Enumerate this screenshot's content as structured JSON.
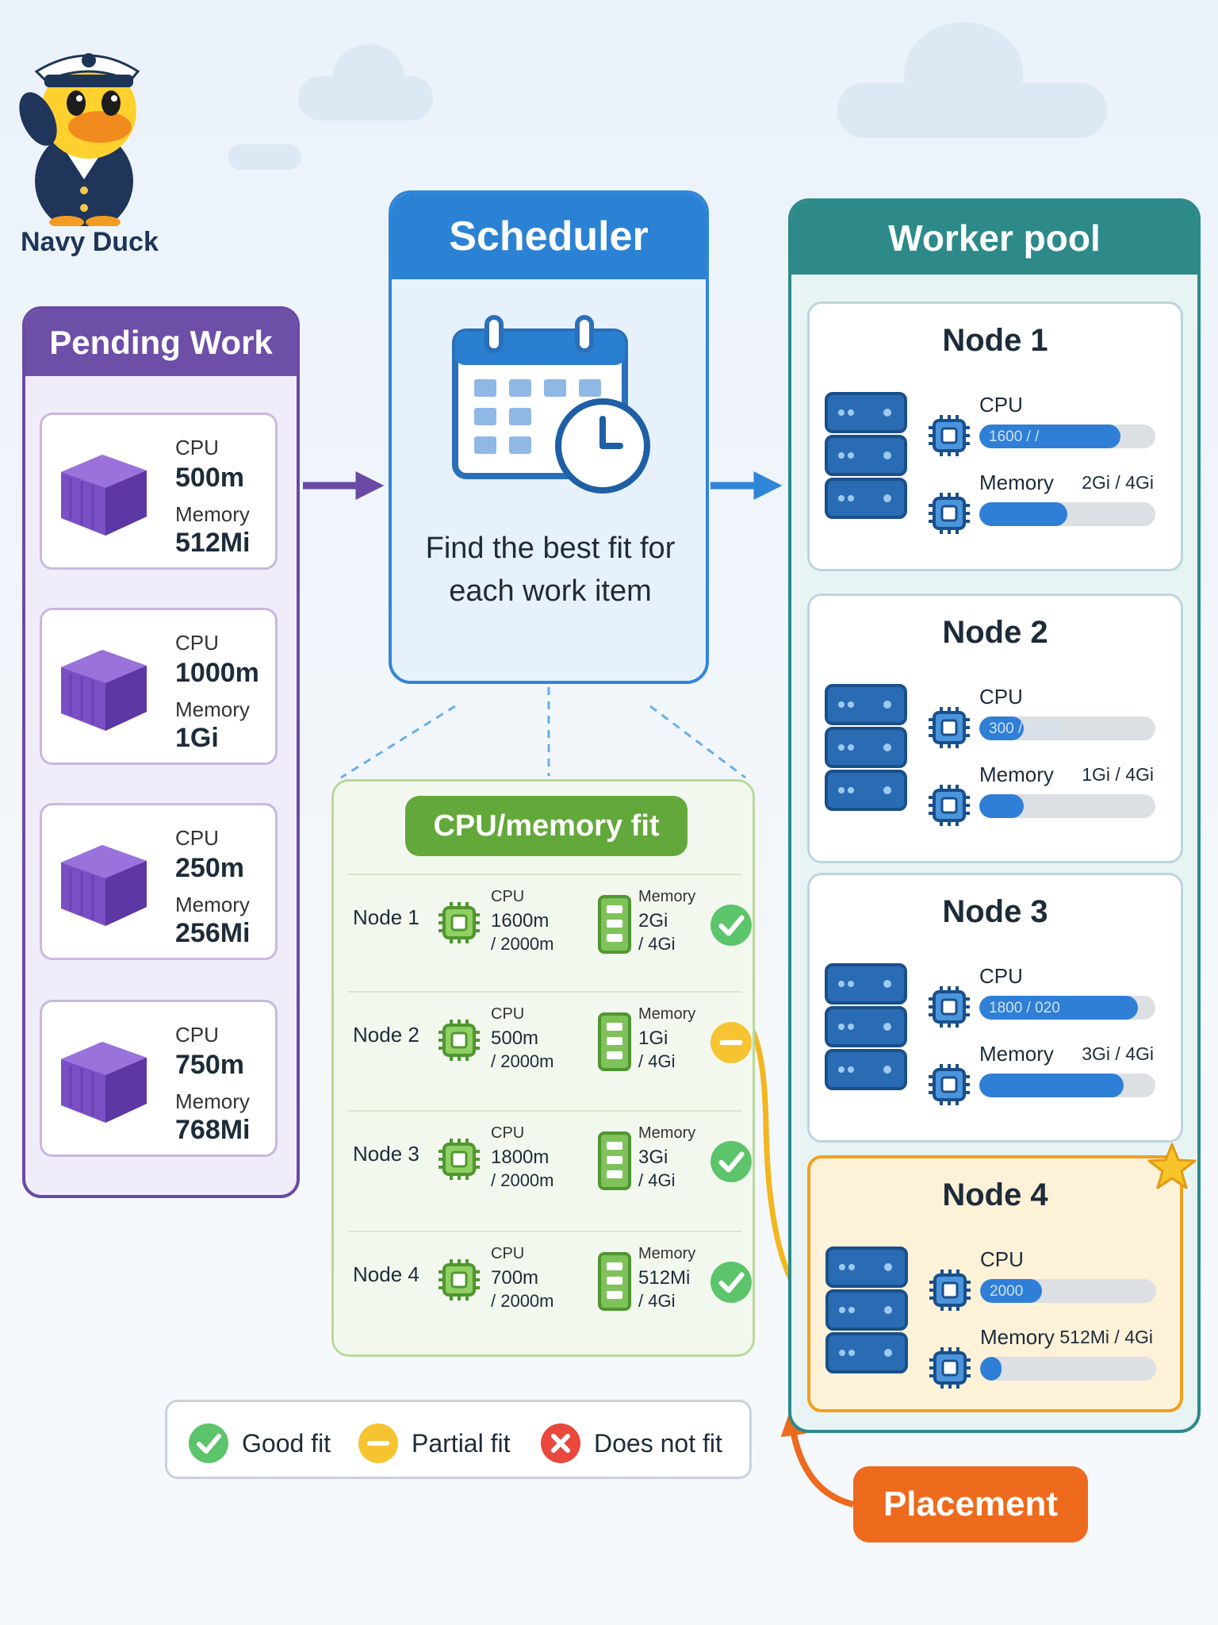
{
  "mascot": {
    "name": "Navy Duck"
  },
  "pending": {
    "title": "Pending Work",
    "items": [
      {
        "cpu_label": "CPU",
        "cpu": "500m",
        "mem_label": "Memory",
        "mem": "512Mi"
      },
      {
        "cpu_label": "CPU",
        "cpu": "1000m",
        "mem_label": "Memory",
        "mem": "1Gi"
      },
      {
        "cpu_label": "CPU",
        "cpu": "250m",
        "mem_label": "Memory",
        "mem": "256Mi"
      },
      {
        "cpu_label": "CPU",
        "cpu": "750m",
        "mem_label": "Memory",
        "mem": "768Mi"
      }
    ]
  },
  "scheduler": {
    "title": "Scheduler",
    "description": "Find the best fit for each work item"
  },
  "fit": {
    "title": "CPU/memory fit",
    "rows": [
      {
        "node": "Node 1",
        "cpu_label": "CPU",
        "cpu_used": "1600m",
        "cpu_total": "/ 2000m",
        "mem_label": "Memory",
        "mem_used": "2Gi",
        "mem_total": "/ 4Gi",
        "status": "good"
      },
      {
        "node": "Node 2",
        "cpu_label": "CPU",
        "cpu_used": "500m",
        "cpu_total": "/ 2000m",
        "mem_label": "Memory",
        "mem_used": "1Gi",
        "mem_total": "/ 4Gi",
        "status": "partial"
      },
      {
        "node": "Node 3",
        "cpu_label": "CPU",
        "cpu_used": "1800m",
        "cpu_total": "/ 2000m",
        "mem_label": "Memory",
        "mem_used": "3Gi",
        "mem_total": "/ 4Gi",
        "status": "good"
      },
      {
        "node": "Node 4",
        "cpu_label": "CPU",
        "cpu_used": "700m",
        "cpu_total": "/ 2000m",
        "mem_label": "Memory",
        "mem_used": "512Mi",
        "mem_total": "/ 4Gi",
        "status": "good"
      }
    ]
  },
  "legend": {
    "good": "Good fit",
    "partial": "Partial fit",
    "bad": "Does not fit"
  },
  "pool": {
    "title": "Worker pool",
    "nodes": [
      {
        "name": "Node 1",
        "cpu_label": "CPU",
        "cpu_bar_text": "1600 / /",
        "cpu_fill": 0.8,
        "mem_label": "Memory",
        "mem_value": "2Gi / 4Gi",
        "mem_fill": 0.5
      },
      {
        "name": "Node 2",
        "cpu_label": "CPU",
        "cpu_bar_text": "300 / 2200",
        "cpu_fill": 0.25,
        "mem_label": "Memory",
        "mem_value": "1Gi / 4Gi",
        "mem_fill": 0.25
      },
      {
        "name": "Node 3",
        "cpu_label": "CPU",
        "cpu_bar_text": "1800 / 020",
        "cpu_fill": 0.9,
        "mem_label": "Memory",
        "mem_value": "3Gi / 4Gi",
        "mem_fill": 0.82
      },
      {
        "name": "Node 4",
        "cpu_label": "CPU",
        "cpu_bar_text": "2000",
        "cpu_fill": 0.35,
        "mem_label": "Memory",
        "mem_value": "512Mi / 4Gi",
        "mem_fill": 0.12,
        "selected": true
      }
    ]
  },
  "placement": {
    "label": "Placement"
  },
  "colors": {
    "pending": "#6d4fa8",
    "scheduler": "#2b82d4",
    "fit": "#63a83a",
    "pool": "#2d8a89",
    "placement": "#ee6a1c",
    "good": "#5cc46b",
    "partial": "#f6c431",
    "bad": "#e8493c",
    "bar_fill": "#2f7fd6"
  }
}
